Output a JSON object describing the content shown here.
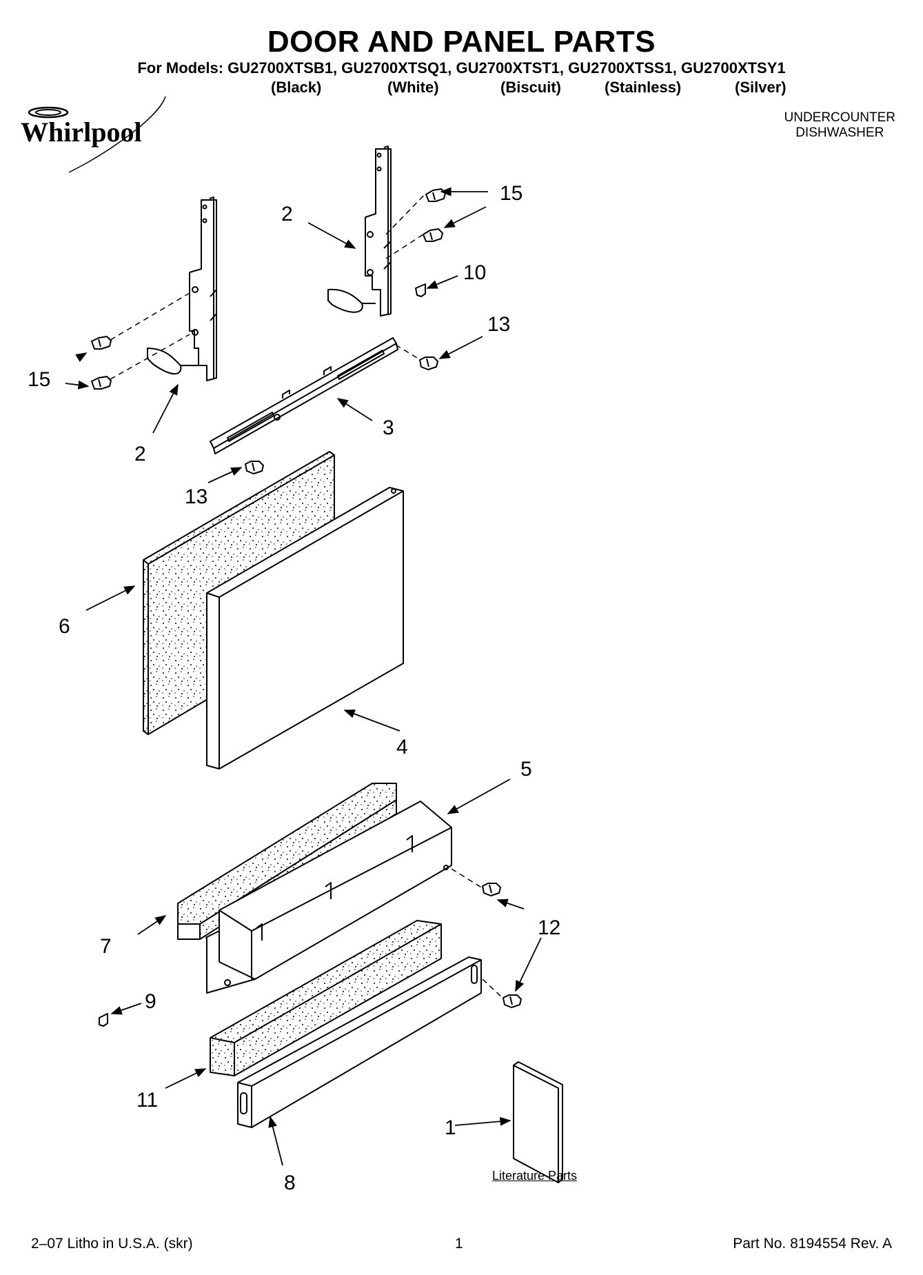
{
  "header": {
    "title": "DOOR AND PANEL PARTS",
    "models_line": "For Models: GU2700XTSB1, GU2700XTSQ1, GU2700XTST1, GU2700XTSS1, GU2700XTSY1",
    "variants": [
      "(Black)",
      "(White)",
      "(Biscuit)",
      "(Stainless)",
      "(Silver)"
    ],
    "brand": "Whirlpool",
    "product_line1": "UNDERCOUNTER",
    "product_line2": "DISHWASHER"
  },
  "callouts": {
    "c2a": "2",
    "c2b": "2",
    "c15a": "15",
    "c15b": "15",
    "c10": "10",
    "c13a": "13",
    "c13b": "13",
    "c3": "3",
    "c6": "6",
    "c4": "4",
    "c5": "5",
    "c7": "7",
    "c12": "12",
    "c9": "9",
    "c11": "11",
    "c1": "1",
    "c8": "8"
  },
  "literature_label": "Literature Parts",
  "footer": {
    "left": "2–07 Litho in U.S.A. (skr)",
    "center": "1",
    "right": "Part No. 8194554 Rev. A"
  }
}
